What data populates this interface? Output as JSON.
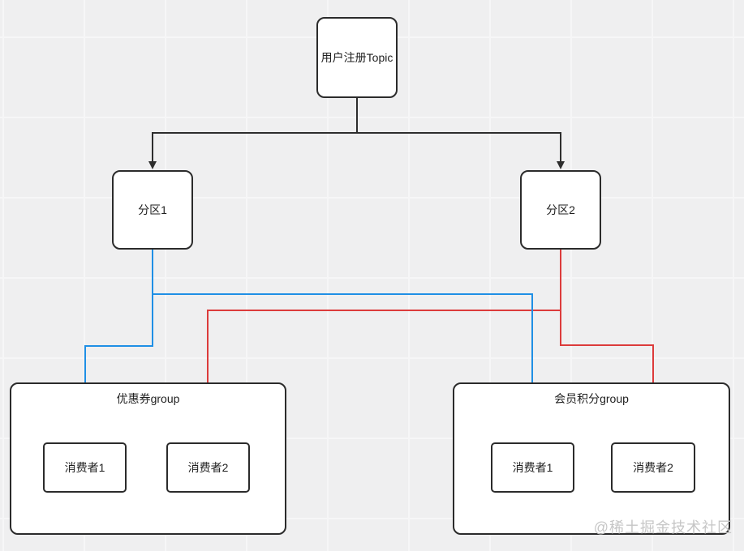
{
  "diagram": {
    "topic": {
      "label": "用户注册Topic"
    },
    "partitions": [
      {
        "label": "分区1"
      },
      {
        "label": "分区2"
      }
    ],
    "groups": [
      {
        "title": "优惠券group",
        "consumers": [
          {
            "label": "消费者1"
          },
          {
            "label": "消费者2"
          }
        ]
      },
      {
        "title": "会员积分group",
        "consumers": [
          {
            "label": "消费者1"
          },
          {
            "label": "消费者2"
          }
        ]
      }
    ],
    "edges": [
      {
        "from": "用户注册Topic",
        "to": "分区1",
        "color": "#2d2d2d"
      },
      {
        "from": "用户注册Topic",
        "to": "分区2",
        "color": "#2d2d2d"
      },
      {
        "from": "分区1",
        "to": "优惠券group / 消费者1",
        "color": "#1f8fe5"
      },
      {
        "from": "分区1",
        "to": "会员积分group / 消费者1",
        "color": "#1f8fe5"
      },
      {
        "from": "分区2",
        "to": "优惠券group / 消费者2",
        "color": "#dc3b3b"
      },
      {
        "from": "分区2",
        "to": "会员积分group / 消费者2",
        "color": "#dc3b3b"
      }
    ]
  },
  "colors": {
    "connector_dark": "#2d2d2d",
    "flow_blue": "#1f8fe5",
    "flow_red": "#dc3b3b",
    "node_border": "#2b2b2b",
    "canvas_bg": "#efeff0",
    "watermark_gray": "#c6c6c6"
  },
  "watermark": "@稀土掘金技术社区"
}
